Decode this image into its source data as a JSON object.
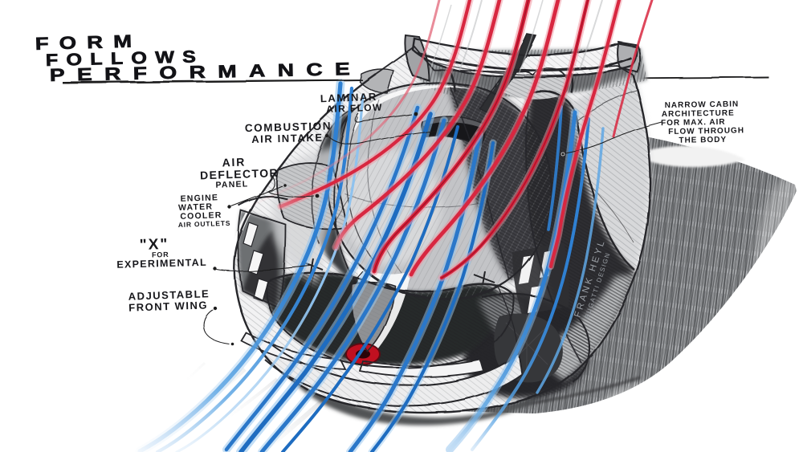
{
  "artwork": {
    "title": {
      "lines": [
        "FORM",
        "FOLLOWS",
        "PERFORMANCE"
      ]
    },
    "annotations": {
      "laminar": {
        "lines": [
          "LAMINAR",
          "AIR FLOW"
        ]
      },
      "combustion": {
        "lines": [
          "COMBUSTION",
          "AIR INTAKE"
        ]
      },
      "deflector": {
        "lines": [
          "AIR",
          "DEFLECTOR",
          "PANEL"
        ]
      },
      "engine_cooler": {
        "lines": [
          "ENGINE",
          "WATER",
          "COOLER",
          "AIR OUTLETS"
        ]
      },
      "experimental": {
        "symbol": "\"X\"",
        "lines": [
          "FOR",
          "EXPERIMENTAL"
        ]
      },
      "front_wing": {
        "lines": [
          "ADJUSTABLE",
          "FRONT WING"
        ]
      },
      "narrow_cabin": {
        "lines": [
          "NARROW CABIN",
          "ARCHITECTURE",
          "FOR MAX. AIR",
          "FLOW THROUGH",
          "THE BODY"
        ]
      }
    },
    "signature": {
      "lines": [
        "FRANK HEYL",
        "BUGATTI DESIGN"
      ]
    },
    "colors": {
      "paper": "#ffffff",
      "ink": "#17171b",
      "flow_red": "#d82740",
      "flow_blue": "#2f80d2",
      "pencil_gray": "#8d9094",
      "tow_hook_red": "#c01020"
    }
  }
}
